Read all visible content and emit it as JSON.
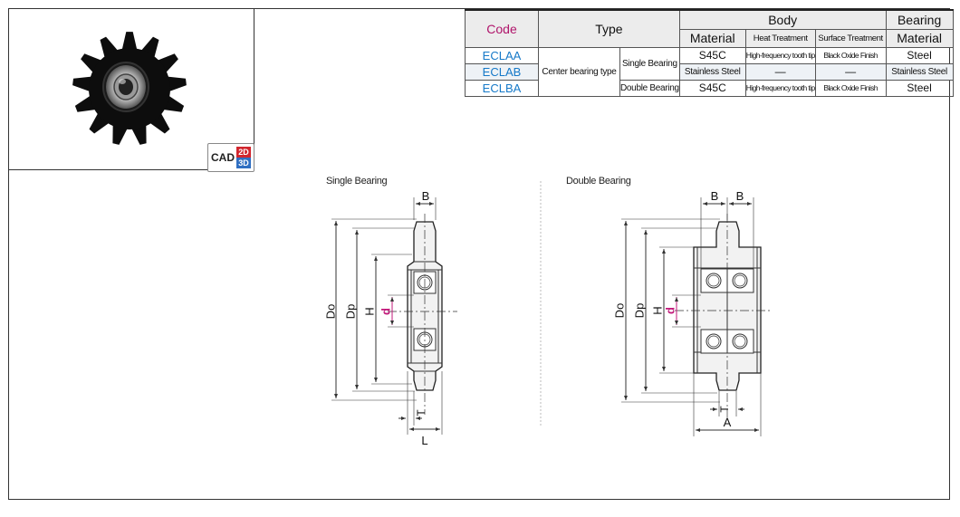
{
  "cad_badge": {
    "text": "CAD",
    "d2": "2D",
    "d3": "3D"
  },
  "table": {
    "headers": {
      "code": "Code",
      "type": "Type",
      "body": "Body",
      "bearing": "Bearing",
      "body_material": "Material",
      "heat_treatment": "Heat Treatment",
      "surface_treatment": "Surface Treatment",
      "bearing_material": "Material"
    },
    "type_group": "Center bearing type",
    "rows": [
      {
        "code": "ECLAA",
        "subtype": "Single Bearing",
        "material": "S45C",
        "heat": "High-frequency tooth tip",
        "surface": "Black Oxide Finish",
        "bearing": "Steel"
      },
      {
        "code": "ECLAB",
        "subtype": "",
        "material": "Stainless Steel",
        "heat": "—",
        "surface": "—",
        "bearing": "Stainless Steel"
      },
      {
        "code": "ECLBA",
        "subtype": "Double Bearing",
        "material": "S45C",
        "heat": "High-frequency tooth tip",
        "surface": "Black Oxide Finish",
        "bearing": "Steel"
      }
    ]
  },
  "drawings": {
    "single": {
      "title": "Single Bearing",
      "dims": {
        "B": "B",
        "Do": "Do",
        "Dp": "Dp",
        "H": "H",
        "d": "d",
        "T": "T",
        "L": "L"
      }
    },
    "double": {
      "title": "Double Bearing",
      "dims": {
        "B1": "B",
        "B2": "B",
        "Do": "Do",
        "Dp": "Dp",
        "H": "H",
        "d": "d",
        "T": "T",
        "A": "A"
      }
    }
  },
  "colors": {
    "code_header": "#b0156b",
    "code_text": "#1679c8",
    "dim_d": "#c2187a"
  }
}
